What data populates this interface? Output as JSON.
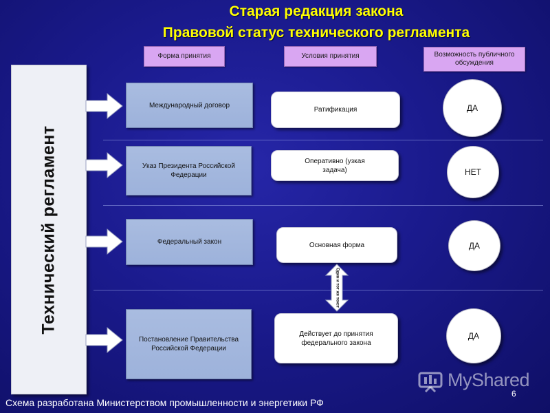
{
  "title": {
    "line1": "Старая редакция закона",
    "line2": "Правовой статус технического регламента"
  },
  "headers": {
    "form": "Форма принятия",
    "conditions": "Условия принятия",
    "discussion": "Возможность публичного обсуждения"
  },
  "vertical_label": "Технический регламент",
  "rows": [
    {
      "form": "Международный договор",
      "condition": "Ратификация",
      "discussion": "ДА"
    },
    {
      "form": "Указ Президента Российской Федерации",
      "condition": "Оперативно (узкая задача)",
      "discussion": "НЕТ"
    },
    {
      "form": "Федеральный закон",
      "condition": "Основная форма",
      "discussion": "ДА"
    },
    {
      "form": "Постановление Правительства Российской Федерации",
      "condition": "Действует до принятия федерального закона",
      "discussion": "ДА"
    }
  ],
  "link_label": "Один и тот же текст",
  "footer": "Схема разработана Министерством промышленности и энергетики РФ",
  "page_number": "6",
  "watermark": "MyShared"
}
